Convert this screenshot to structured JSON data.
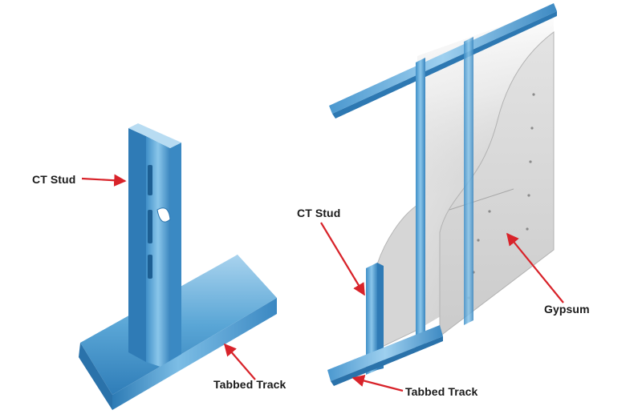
{
  "colors": {
    "steel_light": "#a9d3ee",
    "steel_mid": "#5aa6d6",
    "steel_dark": "#1f6aa3",
    "gypsum_light": "#e6e6e6",
    "gypsum_mid": "#cfcfcf",
    "gypsum_dark": "#a9a9a9",
    "arrow": "#d8232a",
    "label_text": "#1a1a1a"
  },
  "labels": {
    "ct_stud_left": "CT Stud",
    "tabbed_track_left": "Tabbed Track",
    "ct_stud_right": "CT Stud",
    "gypsum": "Gypsum",
    "tabbed_track_right": "Tabbed Track"
  }
}
